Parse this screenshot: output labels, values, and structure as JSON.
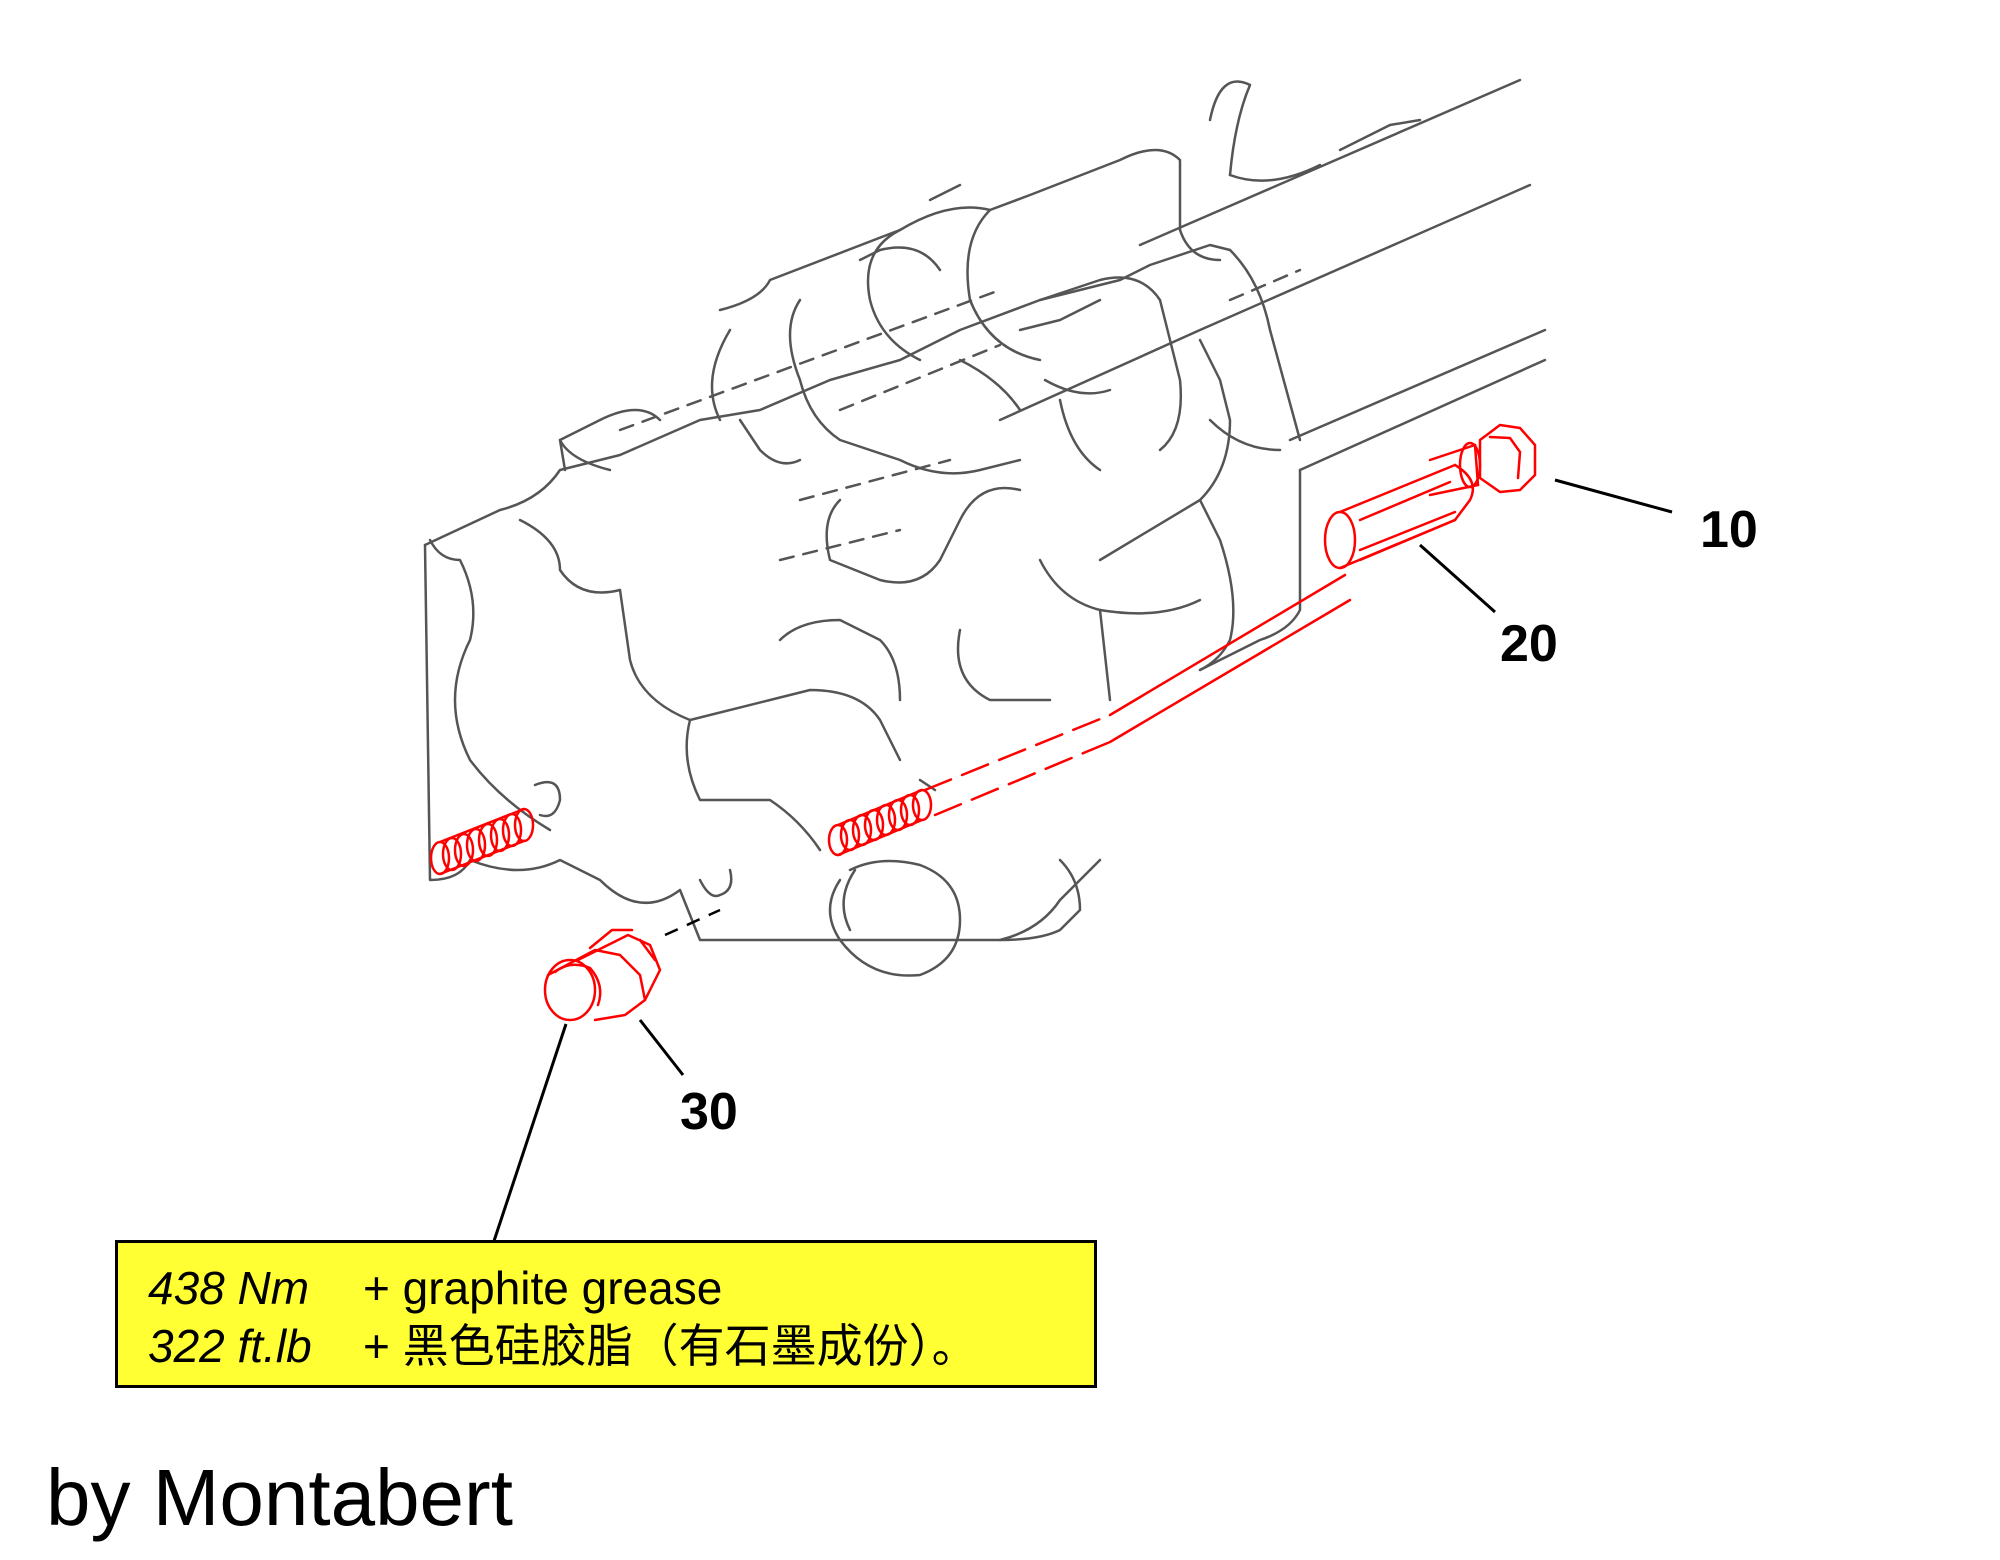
{
  "callouts": {
    "part_10": "10",
    "part_20": "20",
    "part_30": "30"
  },
  "torque_note": {
    "line1_value": "438 Nm",
    "line1_text": "+ graphite grease",
    "line2_value": "322 ft.lb",
    "line2_text": "+  黑色硅胶脂（有石墨成份）。"
  },
  "credit": "by Montabert",
  "colors": {
    "highlight_part": "#ff0000",
    "outline": "#555555",
    "note_background": "#ffff33"
  }
}
